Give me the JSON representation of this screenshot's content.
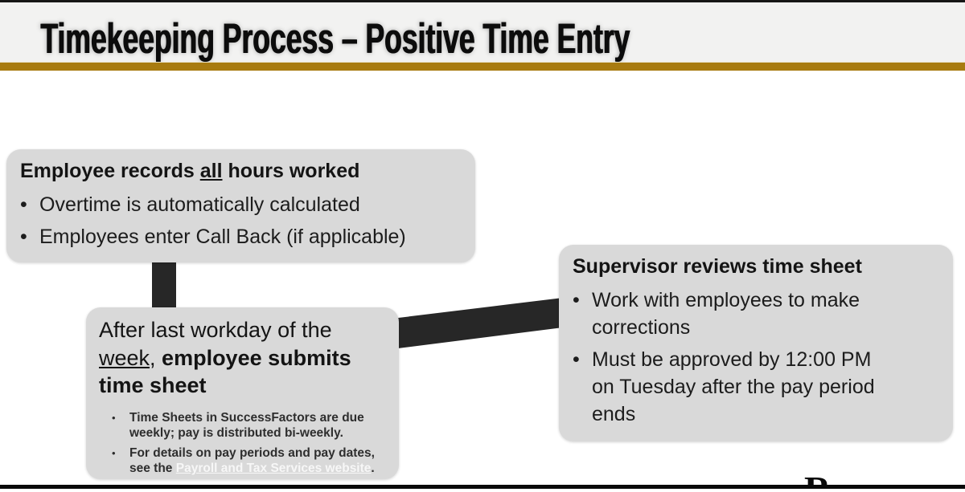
{
  "slide": {
    "title": "Timekeeping Process – Positive Time Entry",
    "bullet_char": "•",
    "colors": {
      "accent_gold": "#A87B10",
      "box_gray": "#D9D9D9",
      "connector_dark": "#272727",
      "link_white": "#F7F7F7"
    }
  },
  "box_employee_records": {
    "heading_pre": "Employee records ",
    "heading_underlined": "all",
    "heading_post": " hours worked",
    "bullets": [
      "Overtime is automatically calculated",
      "Employees enter Call Back (if applicable)"
    ]
  },
  "box_submit_timesheet": {
    "heading_regular": "After last workday of the ",
    "heading_underlined": "week",
    "heading_separator": ", ",
    "heading_bold": "employee submits time sheet",
    "sub_bullets": {
      "first": "Time Sheets in SuccessFactors are due weekly; pay is distributed bi-weekly.",
      "second_pre": "For details on pay periods and pay dates, see the ",
      "second_link": "Payroll and Tax Services website",
      "second_post": "."
    }
  },
  "box_supervisor_review": {
    "heading": "Supervisor reviews time sheet",
    "bullets": [
      "Work with employees to make corrections",
      "Must be approved by 12:00 PM on Tuesday after the pay period ends"
    ]
  },
  "footer": {
    "partial_logo_letter": "R"
  }
}
